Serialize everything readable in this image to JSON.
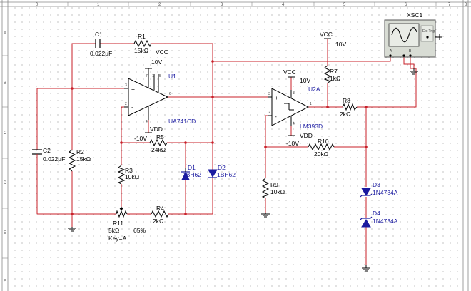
{
  "border": {
    "cols": [
      "0",
      "1",
      "2",
      "3",
      "4",
      "5",
      "6",
      "7",
      "8"
    ],
    "rows": [
      "A",
      "B",
      "C",
      "D",
      "E",
      "F"
    ]
  },
  "scope": {
    "ref": "XSC1",
    "ext_trig": "Ext Trig",
    "ch_a": "A",
    "ch_b": "B"
  },
  "components": {
    "c1": {
      "ref": "C1",
      "value": "0.022µF"
    },
    "r1": {
      "ref": "R1",
      "value": "15kΩ"
    },
    "c2": {
      "ref": "C2",
      "value": "0.022µF"
    },
    "r2": {
      "ref": "R2",
      "value": "15kΩ"
    },
    "u1": {
      "ref": "U1",
      "part": "UA741CD"
    },
    "vcc1": {
      "label": "VCC",
      "value": "10V"
    },
    "vdd1": {
      "label": "VDD",
      "value": "-10V"
    },
    "r5": {
      "ref": "R5",
      "value": "24kΩ"
    },
    "r3": {
      "ref": "R3",
      "value": "10kΩ"
    },
    "d1": {
      "ref": "D1",
      "part": "1BH62"
    },
    "d2": {
      "ref": "D2",
      "part": "1BH62"
    },
    "r11": {
      "ref": "R11",
      "value": "5kΩ",
      "percent": "65%",
      "key": "Key=A"
    },
    "r4": {
      "ref": "R4",
      "value": "2kΩ"
    },
    "vcc_top": {
      "label": "VCC",
      "value": "10V"
    },
    "r7": {
      "ref": "R7",
      "value": "1kΩ"
    },
    "u2": {
      "ref": "U2A",
      "part": "LM393D"
    },
    "vcc2": {
      "label": "VCC",
      "value": "10V"
    },
    "vdd2": {
      "label": "VDD",
      "value": "-10V"
    },
    "r8": {
      "ref": "R8",
      "value": "2kΩ"
    },
    "r10": {
      "ref": "R10",
      "value": "20kΩ"
    },
    "r9": {
      "ref": "R9",
      "value": "10kΩ"
    },
    "d3": {
      "ref": "D3",
      "part": "1N4734A"
    },
    "d4": {
      "ref": "D4",
      "part": "1N4734A"
    }
  },
  "pins": {
    "u1": {
      "plus": "+",
      "minus": "-",
      "p3": "3",
      "p2": "2",
      "p7": "7",
      "p1": "1",
      "p5": "5",
      "p4": "4",
      "p6": "6"
    },
    "u2": {
      "plus": "+",
      "minus": "-",
      "p3": "3",
      "p2": "2",
      "p8": "8",
      "p4": "4",
      "p1": "1"
    }
  }
}
